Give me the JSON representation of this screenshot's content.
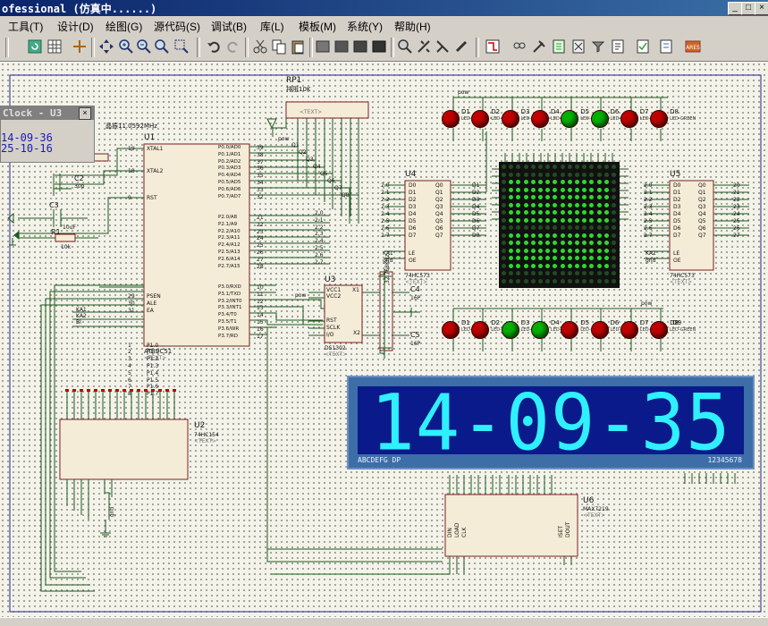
{
  "window": {
    "title": "ofessional (仿真中......)"
  },
  "titlebar_buttons": [
    "_",
    "□",
    "×"
  ],
  "menu": [
    "工具(T)",
    "设计(D)",
    "绘图(G)",
    "源代码(S)",
    "调试(B)",
    "库(L)",
    "模板(M)",
    "系统(Y)",
    "帮助(H)"
  ],
  "popup": {
    "title": "Clock - U3",
    "date": "14-09-36",
    "date2": "25-10-16"
  },
  "lcd": {
    "digits": "14-09-35",
    "left_label": "ABCDEFG DP",
    "right_label": "12345678"
  },
  "chips": {
    "u1_ref": "U1",
    "u1_part": "AT89C51",
    "u1_text": "<TEXT>",
    "u2_ref": "U2",
    "u2_part": "74HC154",
    "u2_text": "<TEXT>",
    "u3_ref": "U3",
    "u3_part": "DS1302",
    "u3_text": "<TEXT>",
    "u4_ref": "U4",
    "u4_part": "74HC573",
    "u4_text": "<TEXT>",
    "u5_ref": "U5",
    "u5_part": "74HC573",
    "u5_text": "<TEXT>",
    "u6_ref": "U6",
    "u6_part": "MAX7219",
    "u6_text": "<TEXT>",
    "rp1_ref": "RP1",
    "rp1_part": "排阻10K",
    "rp1_text": "<TEXT>",
    "crystal_label": "晶振11.0592MHz",
    "xtal_label": "32.768KHz"
  },
  "components": {
    "c2": "C2",
    "c2_val": "30p",
    "c3": "C3",
    "c3_val": "10uF",
    "r1": "R1",
    "r1_val": "10k",
    "c4": "C4",
    "c4_val": "16P",
    "c5": "C5",
    "c5_val": "16P",
    "pow": "pow",
    "gnd": "gnd"
  },
  "u1_left_pins": [
    {
      "num": "19",
      "name": "XTAL1"
    },
    {
      "num": "18",
      "name": "XTAL2"
    },
    {
      "num": "9",
      "name": "RST"
    },
    {
      "num": "29",
      "name": "PSEN"
    },
    {
      "num": "30",
      "name": "ALE"
    },
    {
      "num": "31",
      "name": "EA"
    },
    {
      "num": "1",
      "name": "P1.0"
    },
    {
      "num": "2",
      "name": "P1.1"
    },
    {
      "num": "3",
      "name": "P1.2"
    },
    {
      "num": "4",
      "name": "P1.3"
    },
    {
      "num": "5",
      "name": "P1.4"
    },
    {
      "num": "6",
      "name": "P1.5"
    },
    {
      "num": "7",
      "name": "P1.6"
    },
    {
      "num": "8",
      "name": "P1.7"
    }
  ],
  "u1_right_pins": [
    {
      "num": "39",
      "name": "P0.0/AD0"
    },
    {
      "num": "38",
      "name": "P0.1/AD1"
    },
    {
      "num": "37",
      "name": "P0.2/AD2"
    },
    {
      "num": "36",
      "name": "P0.3/AD3"
    },
    {
      "num": "35",
      "name": "P0.4/AD4"
    },
    {
      "num": "34",
      "name": "P0.5/AD5"
    },
    {
      "num": "33",
      "name": "P0.6/AD6"
    },
    {
      "num": "32",
      "name": "P0.7/AD7"
    },
    {
      "num": "21",
      "name": "P2.0/A8"
    },
    {
      "num": "22",
      "name": "P2.1/A9"
    },
    {
      "num": "23",
      "name": "P2.2/A10"
    },
    {
      "num": "24",
      "name": "P2.3/A11"
    },
    {
      "num": "25",
      "name": "P2.4/A12"
    },
    {
      "num": "26",
      "name": "P2.5/A13"
    },
    {
      "num": "27",
      "name": "P2.6/A14"
    },
    {
      "num": "28",
      "name": "P2.7/A15"
    },
    {
      "num": "10",
      "name": "P3.0/RXD"
    },
    {
      "num": "11",
      "name": "P3.1/TXD"
    },
    {
      "num": "12",
      "name": "P3.2/INT0"
    },
    {
      "num": "13",
      "name": "P3.3/INT1"
    },
    {
      "num": "14",
      "name": "P3.4/T0"
    },
    {
      "num": "15",
      "name": "P3.5/T1"
    },
    {
      "num": "16",
      "name": "P3.6/WR"
    },
    {
      "num": "17",
      "name": "P3.7/RD"
    }
  ],
  "q_labels": [
    "Q1",
    "Q2",
    "Q3",
    "Q4",
    "Q5",
    "Q6",
    "Q7",
    "Q8"
  ],
  "p2_labels": [
    "2.0",
    "2.1",
    "2.2",
    "2.3",
    "2.4",
    "2.5",
    "2.6",
    "2.7"
  ],
  "ka_labels": [
    "KA1",
    "KA2",
    "BI"
  ],
  "u3_pins": [
    "VCC1",
    "VCC2",
    "X1",
    "RST",
    "SCLK",
    "I/O",
    "X2"
  ],
  "u4_pins_left": [
    "D0",
    "D1",
    "D2",
    "D3",
    "D4",
    "D5",
    "D6",
    "D7",
    "LE",
    "OE"
  ],
  "u4_pins_right": [
    "Q0",
    "Q1",
    "Q2",
    "Q3",
    "Q4",
    "Q5",
    "Q6",
    "Q7"
  ],
  "u4_nets_in": [
    "2.0",
    "2.1",
    "2.2",
    "2.3",
    "2.4",
    "2.5",
    "2.6",
    "2.7"
  ],
  "u4_nets_out": [
    "D1",
    "D2",
    "D3",
    "D4",
    "D5",
    "D6",
    "D7",
    "D8"
  ],
  "u4_ctrl": [
    "KA1",
    "gnd"
  ],
  "u5_nets_out": [
    "20",
    "21",
    "22",
    "23",
    "24",
    "25",
    "26",
    "27"
  ],
  "u5_ctrl": [
    "KA2",
    "gnd"
  ],
  "leds_top": [
    "D1",
    "D2",
    "D3",
    "D4",
    "D5",
    "D6",
    "D7",
    "D8"
  ],
  "leds_bottom": [
    "D1",
    "D2",
    "D3",
    "D4",
    "D5",
    "D6",
    "D7",
    "D8",
    "D9"
  ],
  "led_caption": "LED-GREEN",
  "u6_pins_bottom": [
    "DIN",
    "LOAD",
    "CLK",
    "ISET",
    "DOUT"
  ],
  "colors": {
    "titlebar": "#0a246a",
    "lcd_bg": "#0a1a8a",
    "lcd_digit": "#2ff0ff",
    "led_red": "#c00000",
    "led_green": "#00b000",
    "wire": "#1e5a1e",
    "chip_fill": "#f5ecd8",
    "chip_border": "#7a1f1f"
  }
}
